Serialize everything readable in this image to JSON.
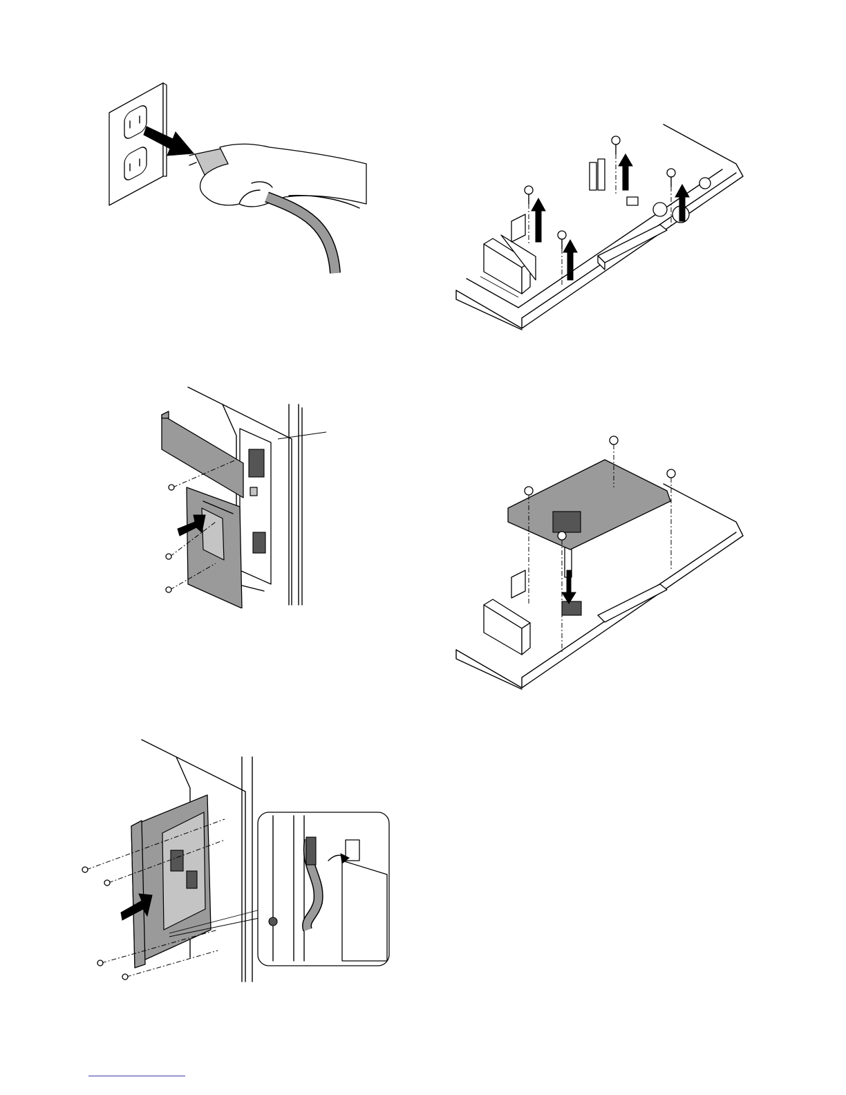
{
  "figures": [
    {
      "id": "fig-1",
      "icon": "unplug-power-cord-illustration"
    },
    {
      "id": "fig-2",
      "icon": "remove-board-screws-illustration"
    },
    {
      "id": "fig-3",
      "icon": "remove-rear-cover-illustration"
    },
    {
      "id": "fig-4",
      "icon": "install-board-illustration"
    },
    {
      "id": "fig-5",
      "icon": "remove-controller-unit-illustration"
    }
  ],
  "colors": {
    "line": "#000000",
    "shade": "#9a9a9a",
    "light_shade": "#c4c4c4",
    "footer_rule": "#3a3aa8"
  }
}
